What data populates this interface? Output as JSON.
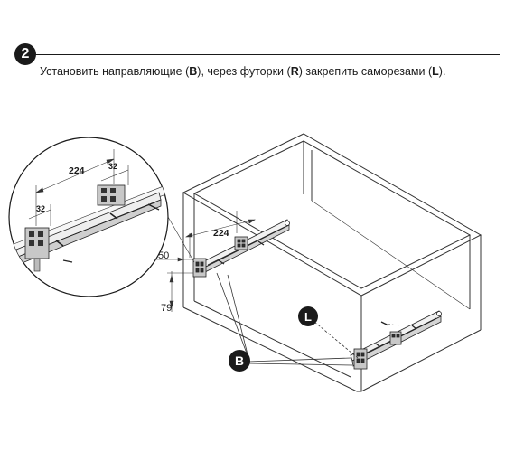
{
  "step": {
    "number": "2"
  },
  "instruction": {
    "t1": "Установить направляющие (",
    "b1": "B",
    "t2": "), через футорки (",
    "b2": "R",
    "t3": ") закрепить саморезами (",
    "b3": "L",
    "t4": ")."
  },
  "dimensions": {
    "detail_224": "224",
    "detail_32_top": "32",
    "detail_32_left": "32",
    "main_224": "224",
    "main_50": "50",
    "main_79": "79"
  },
  "callouts": {
    "L": "L",
    "B": "B"
  }
}
